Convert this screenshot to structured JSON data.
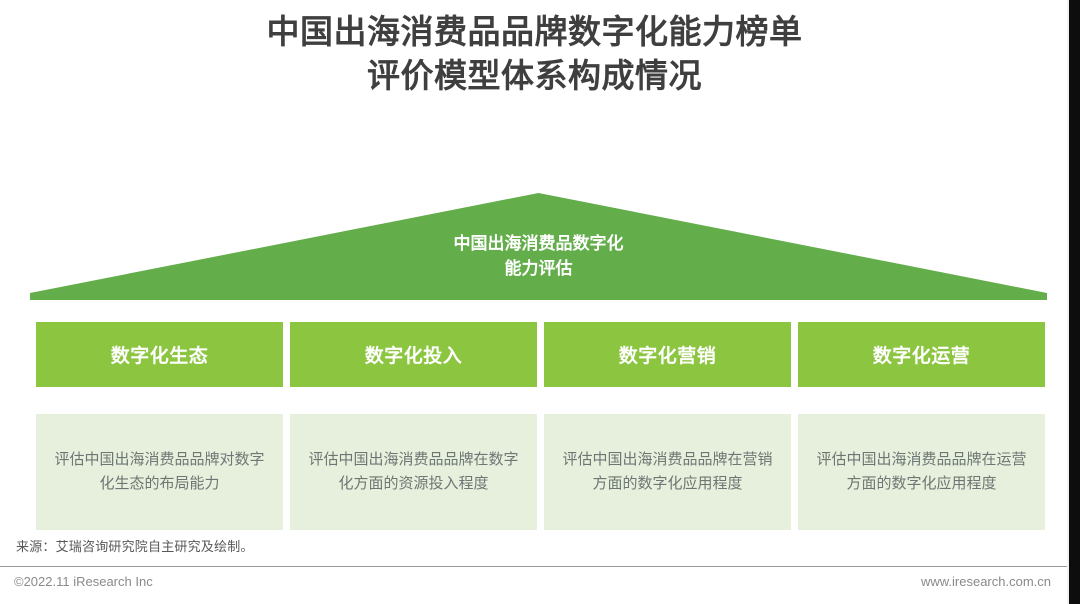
{
  "title": {
    "line1": "中国出海消费品品牌数字化能力榜单",
    "line2": "评价模型体系构成情况"
  },
  "pyramid": {
    "label_line1": "中国出海消费品数字化",
    "label_line2": "能力评估",
    "fill_color": "#63ad4b"
  },
  "columns": [
    {
      "header": "数字化生态",
      "description": "评估中国出海消费品品牌对数字化生态的布局能力"
    },
    {
      "header": "数字化投入",
      "description": "评估中国出海消费品品牌在数字化方面的资源投入程度"
    },
    {
      "header": "数字化营销",
      "description": "评估中国出海消费品品牌在营销方面的数字化应用程度"
    },
    {
      "header": "数字化运营",
      "description": "评估中国出海消费品品牌在运营方面的数字化应用程度"
    }
  ],
  "colors": {
    "header_green": "#8cc540",
    "body_green": "#e7f0dc",
    "pyramid_green": "#63ad4b",
    "title_gray": "#3f3f3f"
  },
  "source_note": "来源：艾瑞咨询研究院自主研究及绘制。",
  "footer": {
    "copyright": "©2022.11 iResearch Inc",
    "website": "www.iresearch.com.cn"
  }
}
